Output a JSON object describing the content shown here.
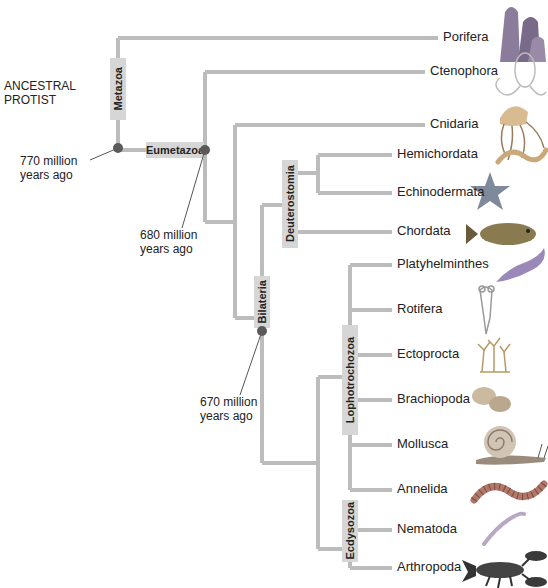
{
  "diagram": {
    "nodes": [
      {
        "text": [
          "Metazoa"
        ]
      },
      {
        "text": [
          "Eumetazoa"
        ]
      },
      {
        "text": [
          "Deuterostomia"
        ]
      },
      {
        "text": [
          "Bilateria"
        ]
      },
      {
        "text": [
          "Lophotrochozoa"
        ]
      },
      {
        "text": [
          "Ecdysozoa"
        ]
      }
    ],
    "labels": [
      "ANCESTRAL PROTIST",
      "Porifera",
      "Ctenophora",
      "Cnidaria",
      "Hemichordata",
      "Echinodermata",
      "Chordata",
      "Platyhelminthes",
      "Rotifera",
      "Ectoprocta",
      "Brachiopoda",
      "Mollusca",
      "Annelida",
      "Nematoda",
      "Arthropoda",
      "770 million years ago",
      "680 million years ago",
      "670 million years ago"
    ]
  }
}
